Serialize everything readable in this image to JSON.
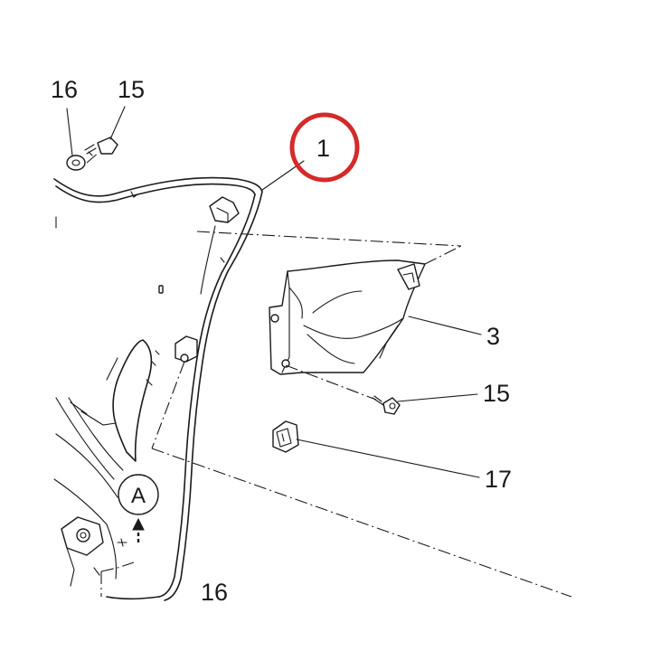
{
  "callouts": {
    "c16_top": "16",
    "c15_top": "15",
    "c1": "1",
    "c3": "3",
    "c15_right": "15",
    "c17": "17",
    "cA": "A",
    "c16_bottom": "16"
  },
  "colors": {
    "highlight": "#d42a2a",
    "line": "#1a1a1a",
    "background": "#ffffff"
  }
}
